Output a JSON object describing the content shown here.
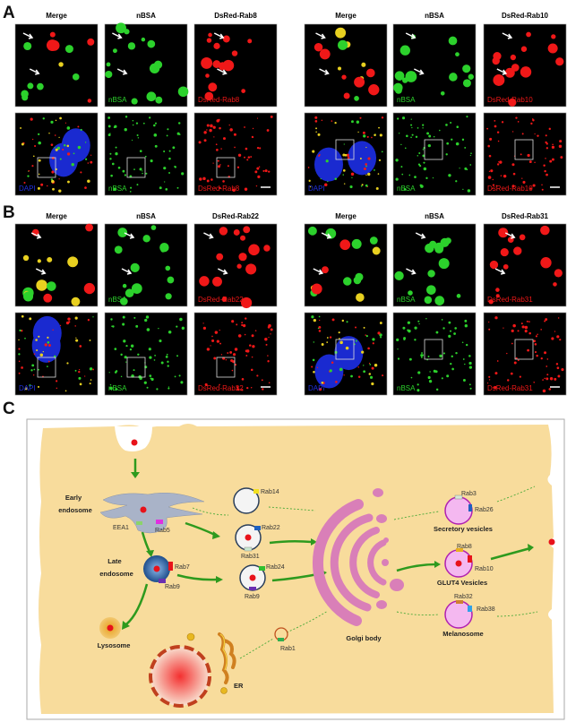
{
  "panel_a": {
    "letter": "A",
    "groups": [
      {
        "headers": [
          "Merge",
          "nBSA",
          "DsRed-Rab8"
        ],
        "top_labels": [
          "",
          "nBSA",
          "DsRed-Rab8"
        ],
        "bottom_labels": [
          "DAPI",
          "nBSA",
          "DsRed-Rab8"
        ]
      },
      {
        "headers": [
          "Merge",
          "nBSA",
          "DsRed-Rab10"
        ],
        "top_labels": [
          "",
          "nBSA",
          "DsRed-Rab10"
        ],
        "bottom_labels": [
          "DAPI",
          "nBSA",
          "DsRed-Rab10"
        ]
      }
    ]
  },
  "panel_b": {
    "letter": "B",
    "groups": [
      {
        "headers": [
          "Merge",
          "nBSA",
          "DsRed-Rab22"
        ],
        "top_labels": [
          "",
          "nBSA",
          "DsRed-Rab22"
        ],
        "bottom_labels": [
          "DAPI",
          "nBSA",
          "DsRed-Rab22"
        ]
      },
      {
        "headers": [
          "Merge",
          "nBSA",
          "DsRed-Rab31"
        ],
        "top_labels": [
          "",
          "nBSA",
          "DsRed-Rab31"
        ],
        "bottom_labels": [
          "DAPI",
          "nBSA",
          "DsRed-Rab31"
        ]
      }
    ]
  },
  "panel_c": {
    "letter": "C",
    "early_endosome": [
      "Early",
      "endosome"
    ],
    "eea1": "EEA1",
    "rab5": "Rab5",
    "late_endosome": [
      "Late",
      "endosome"
    ],
    "rab7": "Rab7",
    "rab9_late": "Rab9",
    "lysosome": "Lysosome",
    "rab14": "Rab14",
    "rab22": "Rab22",
    "rab31": "Rab31",
    "rab24": "Rab24",
    "rab9": "Rab9",
    "rab1": "Rab1",
    "er": "ER",
    "golgi": "Golgi body",
    "rab3": "Rab3",
    "rab26": "Rab26",
    "secretory": "Secretory vesicles",
    "rab8": "Rab8",
    "rab10": "Rab10",
    "glut4": "GLUT4 Vesicles",
    "rab32": "Rab32",
    "rab38": "Rab38",
    "melanosome": "Melanosome",
    "colors": {
      "cell": "#F8DC9C",
      "arrow": "#2E9A1E",
      "cargo": "#E8121A",
      "golgi": "#D97FB8",
      "vesicle_pink": "#F4B8F0"
    }
  }
}
